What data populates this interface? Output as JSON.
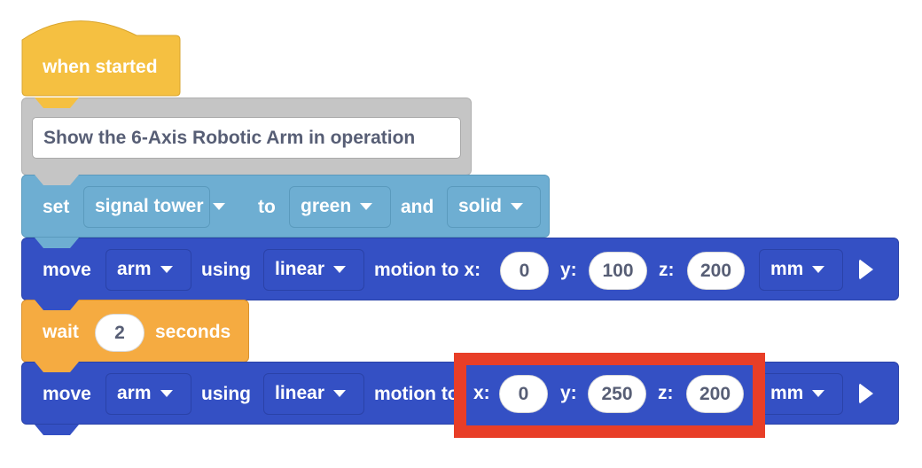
{
  "colors": {
    "event": "#f5c041",
    "comment": "#c5c5c5",
    "signal": "#6eaed2",
    "motion": "#3450c4",
    "control": "#f5ab41",
    "highlight": "#e83e27"
  },
  "hat": {
    "label": "when started"
  },
  "comment": {
    "text": "Show the 6-Axis Robotic Arm in operation"
  },
  "set_block": {
    "label_set": "set",
    "device": "signal tower",
    "label_to": "to",
    "color": "green",
    "label_and": "and",
    "mode": "solid"
  },
  "move1": {
    "label_move": "move",
    "target": "arm",
    "label_using": "using",
    "motion": "linear",
    "label_to": "motion to x:",
    "x": "0",
    "label_y": "y:",
    "y": "100",
    "label_z": "z:",
    "z": "200",
    "unit": "mm"
  },
  "wait": {
    "label_wait": "wait",
    "value": "2",
    "label_seconds": "seconds"
  },
  "move2": {
    "label_move": "move",
    "target": "arm",
    "label_using": "using",
    "motion": "linear",
    "label_to": "motion to",
    "label_x": "x:",
    "x": "0",
    "label_y": "y:",
    "y": "250",
    "label_z": "z:",
    "z": "200",
    "unit": "mm"
  }
}
